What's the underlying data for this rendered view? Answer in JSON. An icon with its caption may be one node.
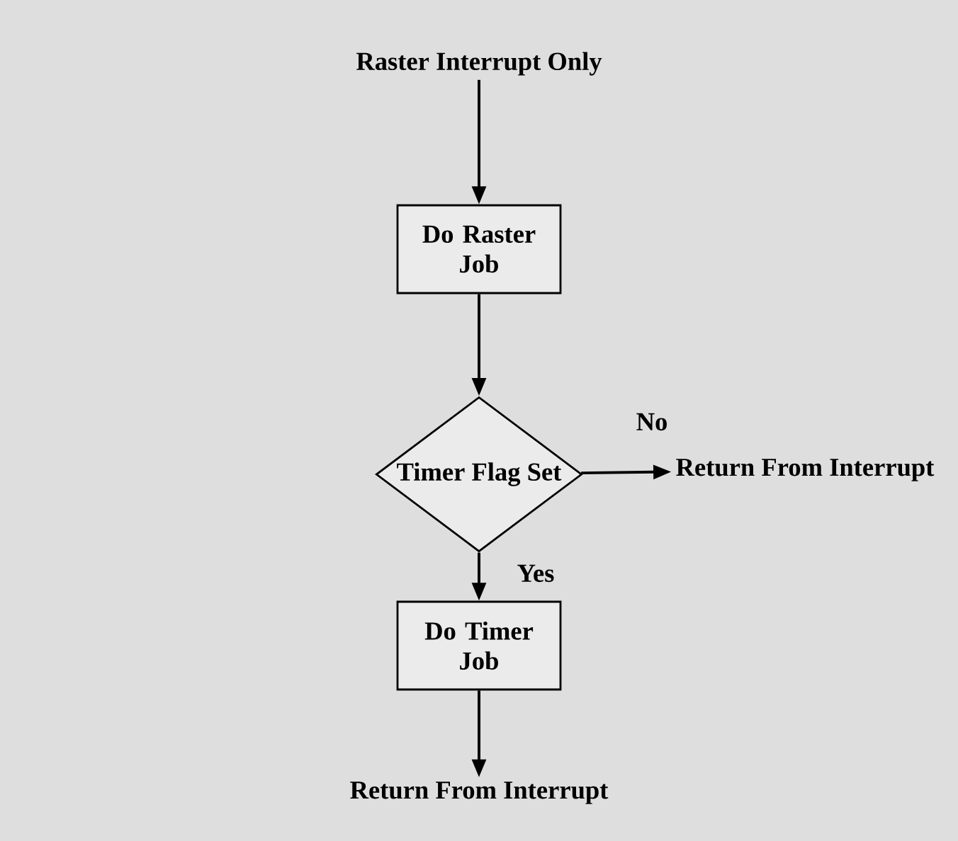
{
  "diagram": {
    "nodes": [
      {
        "text": [
          "Raster Interrupt Only"
        ]
      },
      {
        "text": [
          "Do Raster Job"
        ]
      },
      {
        "text": [
          "Timer Flag Set"
        ]
      },
      {
        "text": [
          "Return From Interrupt"
        ]
      },
      {
        "text": [
          "Do Timer Job"
        ]
      },
      {
        "text": [
          "Return From Interrupt"
        ]
      }
    ],
    "edges": [
      {
        "from": 0,
        "to": 1,
        "arrow": "to"
      },
      {
        "from": 1,
        "to": 2,
        "arrow": "to"
      },
      {
        "from": 2,
        "to": 3,
        "arrow": "to",
        "label": "No"
      },
      {
        "from": 2,
        "to": 4,
        "arrow": "to",
        "label": "Yes"
      },
      {
        "from": 4,
        "to": 5,
        "arrow": "to"
      }
    ]
  }
}
